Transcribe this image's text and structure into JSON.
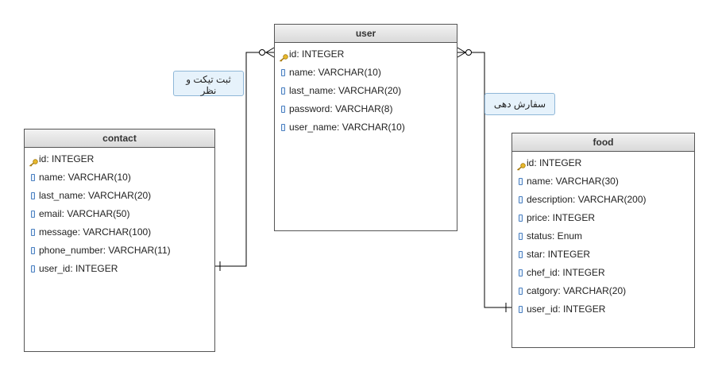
{
  "entities": {
    "user": {
      "title": "user",
      "fields": [
        {
          "text": "id: INTEGER",
          "icon": "key-icon"
        },
        {
          "text": "name: VARCHAR(10)",
          "icon": "column-icon"
        },
        {
          "text": "last_name: VARCHAR(20)",
          "icon": "column-icon"
        },
        {
          "text": "password: VARCHAR(8)",
          "icon": "column-icon"
        },
        {
          "text": "user_name: VARCHAR(10)",
          "icon": "column-icon"
        }
      ]
    },
    "contact": {
      "title": "contact",
      "fields": [
        {
          "text": "id: INTEGER",
          "icon": "key-icon"
        },
        {
          "text": "name: VARCHAR(10)",
          "icon": "column-icon"
        },
        {
          "text": "last_name: VARCHAR(20)",
          "icon": "column-icon"
        },
        {
          "text": "email: VARCHAR(50)",
          "icon": "column-icon"
        },
        {
          "text": "message: VARCHAR(100)",
          "icon": "column-icon"
        },
        {
          "text": "phone_number: VARCHAR(11)",
          "icon": "column-icon"
        },
        {
          "text": "user_id: INTEGER",
          "icon": "column-icon"
        }
      ]
    },
    "food": {
      "title": "food",
      "fields": [
        {
          "text": "id: INTEGER",
          "icon": "key-icon"
        },
        {
          "text": "name: VARCHAR(30)",
          "icon": "column-icon"
        },
        {
          "text": "description: VARCHAR(200)",
          "icon": "column-icon"
        },
        {
          "text": "price: INTEGER",
          "icon": "column-icon"
        },
        {
          "text": "status: Enum",
          "icon": "column-icon"
        },
        {
          "text": "star: INTEGER",
          "icon": "column-icon"
        },
        {
          "text": "chef_id: INTEGER",
          "icon": "column-icon"
        },
        {
          "text": "catgory: VARCHAR(20)",
          "icon": "column-icon"
        },
        {
          "text": "user_id: INTEGER",
          "icon": "column-icon"
        }
      ]
    }
  },
  "notes": {
    "contact_rel": "ثبت تیکت و نظر",
    "food_rel": "سفارش دهی"
  },
  "relationships": [
    {
      "from": "user",
      "to": "contact",
      "label": "ثبت تیکت و نظر",
      "from_end": "zero-or-many",
      "to_end": "one"
    },
    {
      "from": "user",
      "to": "food",
      "label": "سفارش دهی",
      "from_end": "zero-or-many",
      "to_end": "one"
    }
  ],
  "colors": {
    "key": "#d9a520",
    "column": "#4a7fc0",
    "note_bg": "#e6f2fb",
    "line": "#000000"
  }
}
